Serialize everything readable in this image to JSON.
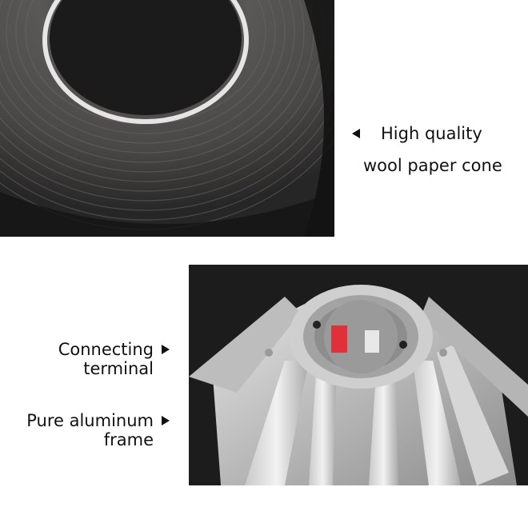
{
  "photos": {
    "cone": "speaker cone close-up",
    "frame": "speaker frame and terminal"
  },
  "captions": {
    "cone": {
      "line1": "High quality",
      "line2": "wool paper cone"
    },
    "terminal": {
      "line1": "Connecting",
      "line2": "terminal"
    },
    "frame": {
      "line1": "Pure aluminum",
      "line2": "frame"
    }
  }
}
